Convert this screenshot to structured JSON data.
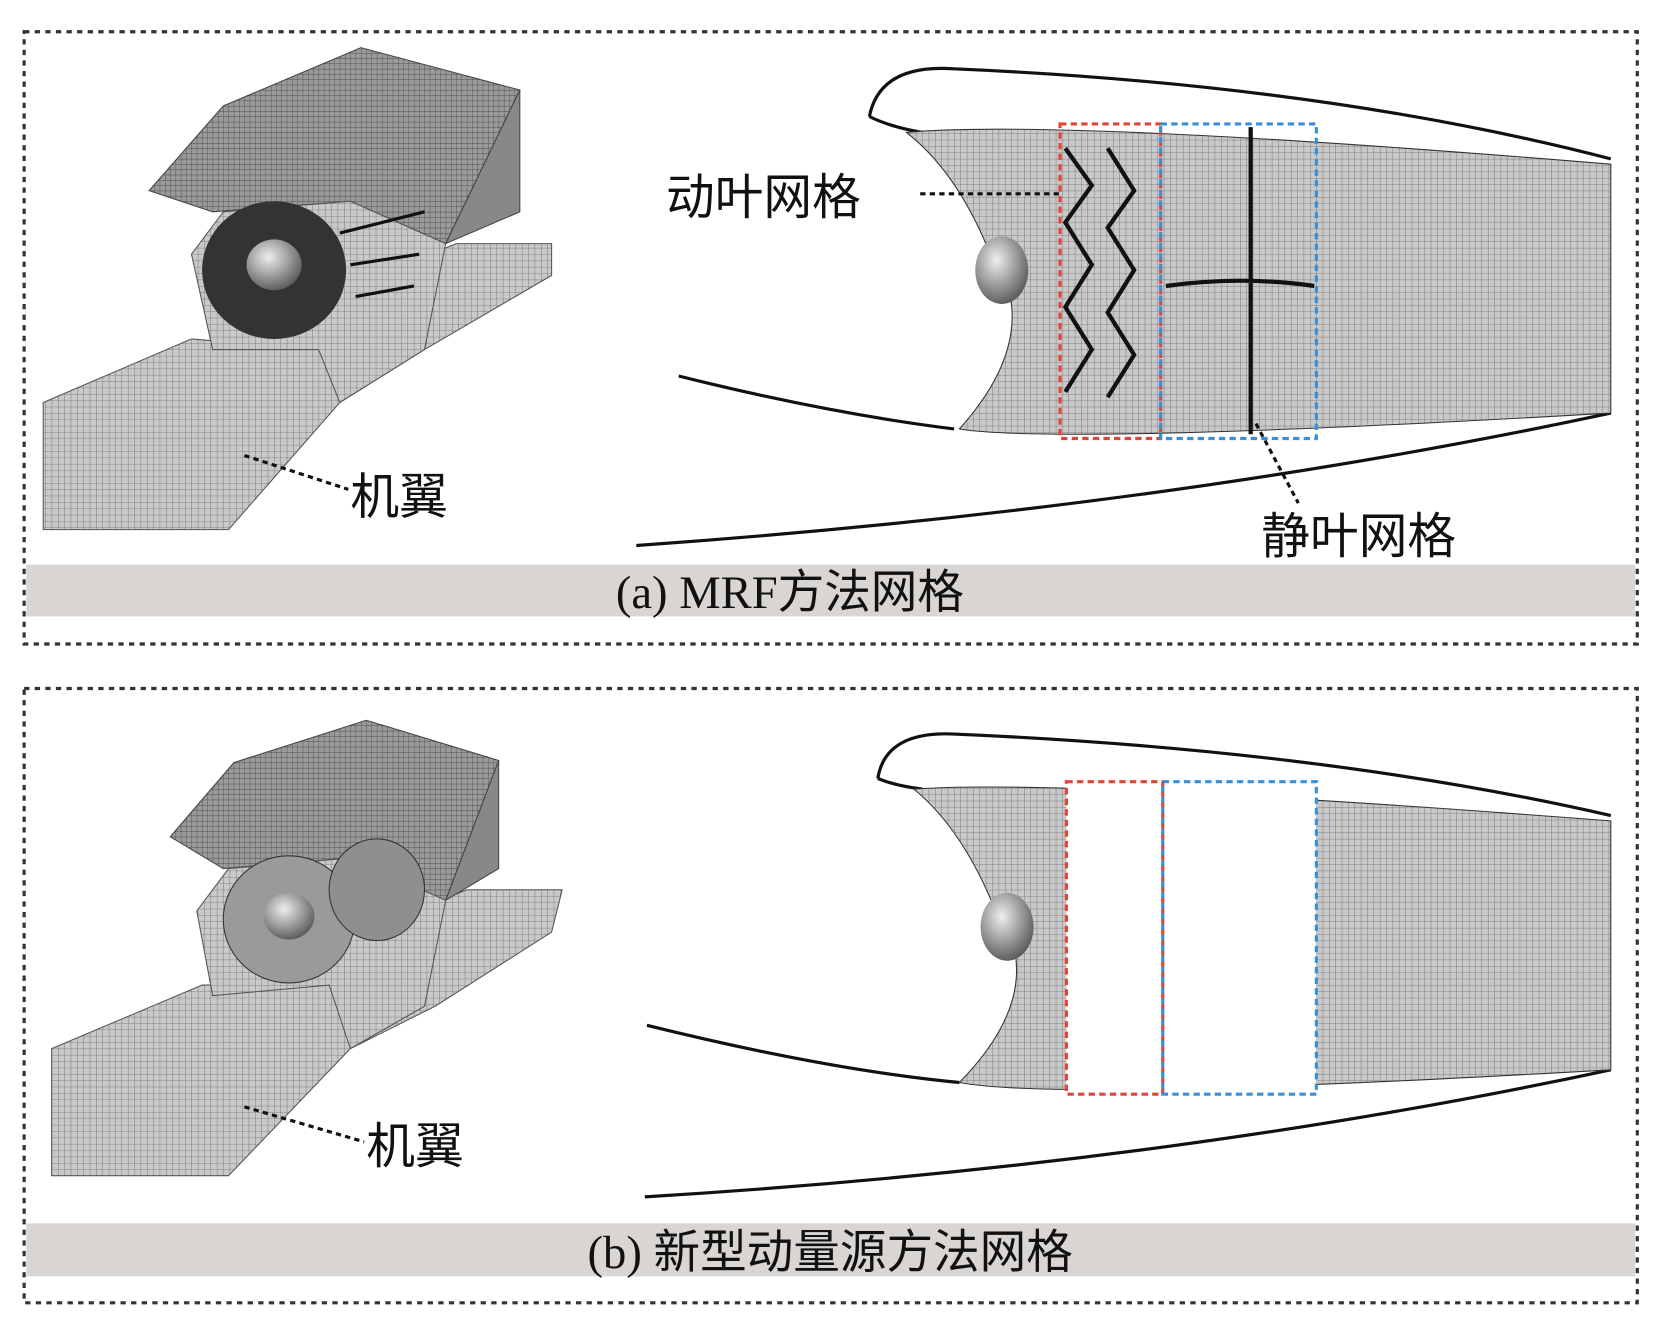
{
  "panels": [
    {
      "caption": "(a) MRF方法网格",
      "labels": {
        "rotor_mesh": "动叶网格",
        "wing": "机翼",
        "stator_mesh": "静叶网格"
      }
    },
    {
      "caption": "(b) 新型动量源方法网格",
      "labels": {
        "wing": "机翼"
      }
    }
  ],
  "colors": {
    "caption_bar": "#d8d5d2",
    "rotor_box": "#e0453a",
    "stator_box": "#3a8fd6",
    "mesh": "#8a8a8a"
  }
}
